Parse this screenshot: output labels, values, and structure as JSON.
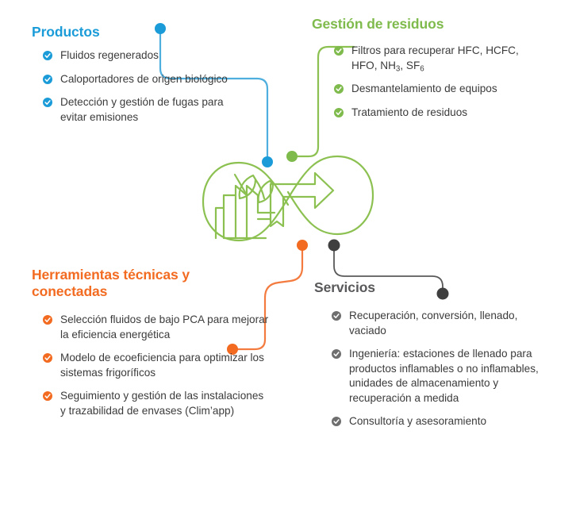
{
  "colors": {
    "blue": "#1b9cd8",
    "green": "#7fba4c",
    "orange": "#f26b21",
    "gray": "#59595b",
    "body_text": "#3b3b3b",
    "background": "#ffffff"
  },
  "logo": {
    "name": "infinity-loop-factory-recycling-logo",
    "color": "#8cc152"
  },
  "sections": {
    "productos": {
      "heading": "Productos",
      "accent": "#1b9cd8",
      "items": [
        "Fluidos regenerados",
        "Caloportadores de origen biológico",
        "Detección y gestión de fugas para evitar emisiones"
      ]
    },
    "residuos": {
      "heading": "Gestión de residuos",
      "accent": "#7fba4c",
      "items": [
        "Filtros para recuperar HFC, HCFC, HFO, NH3, SF6",
        "Desmantelamiento de equipos",
        "Tratamiento de residuos"
      ],
      "item_0_parts": {
        "lead": "Filtros para recuperar HFC, HCFC, HFO, NH",
        "sub1": "3",
        "mid": ", SF",
        "sub2": "6"
      }
    },
    "herramientas": {
      "heading": "Herramientas técnicas y conectadas",
      "heading_line1": "Herramientas técnicas y",
      "heading_line2": "conectadas",
      "accent": "#f26b21",
      "items": [
        "Selección fluidos de bajo PCA para mejorar la eficiencia energética",
        "Modelo de ecoeficiencia para optimizar los sistemas frigoríficos",
        "Seguimiento y gestión de las instalaciones y trazabilidad de envases (Clim’app)"
      ]
    },
    "servicios": {
      "heading": "Servicios",
      "accent": "#59595b",
      "items": [
        "Recuperación, conversión, llenado, vaciado",
        "Ingeniería: estaciones de llenado para productos inflamables o no inflamables, unidades de almacenamiento y recuperación a medida",
        "Consultoría y asesoramiento"
      ]
    }
  },
  "connectors": [
    {
      "name": "connector-productos",
      "color": "#4eaede"
    },
    {
      "name": "connector-residuos",
      "color": "#8cc152"
    },
    {
      "name": "connector-herramientas",
      "color": "#f47b3f"
    },
    {
      "name": "connector-servicios",
      "color": "#595959"
    }
  ]
}
